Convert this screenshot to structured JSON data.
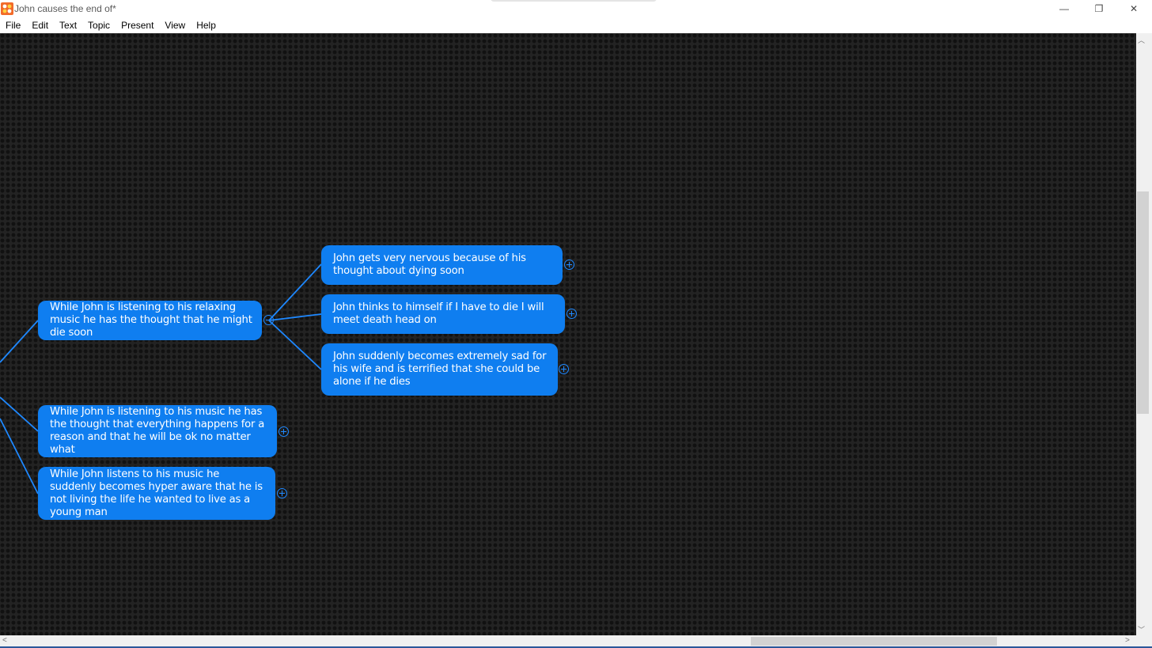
{
  "window": {
    "title": "John causes the end of*",
    "minimize_glyph": "—",
    "maximize_glyph": "❐",
    "close_glyph": "✕",
    "icon": "app-logo-icon"
  },
  "menu": {
    "items": [
      "File",
      "Edit",
      "Text",
      "Topic",
      "Present",
      "View",
      "Help"
    ]
  },
  "topics": {
    "main_branch": "While John is listening to his relaxing music he has the thought that he might die soon",
    "child_1": "John gets very nervous because of his thought about dying soon",
    "child_2": "John thinks to himself if I have to die I will meet death head on",
    "child_3": "John suddenly becomes extremely sad for his wife and is terrified that she could be alone if he dies",
    "branch_2": "While John is listening to his music he has the thought that everything happens for a reason and that he will be ok no matter what",
    "branch_3": "While John listens to his music he suddenly becomes hyper aware that he is not living the life he wanted to live as a young man"
  },
  "colors": {
    "topic_fill": "#0f7ef0",
    "connector": "#1e88ff",
    "canvas": "#232323"
  }
}
